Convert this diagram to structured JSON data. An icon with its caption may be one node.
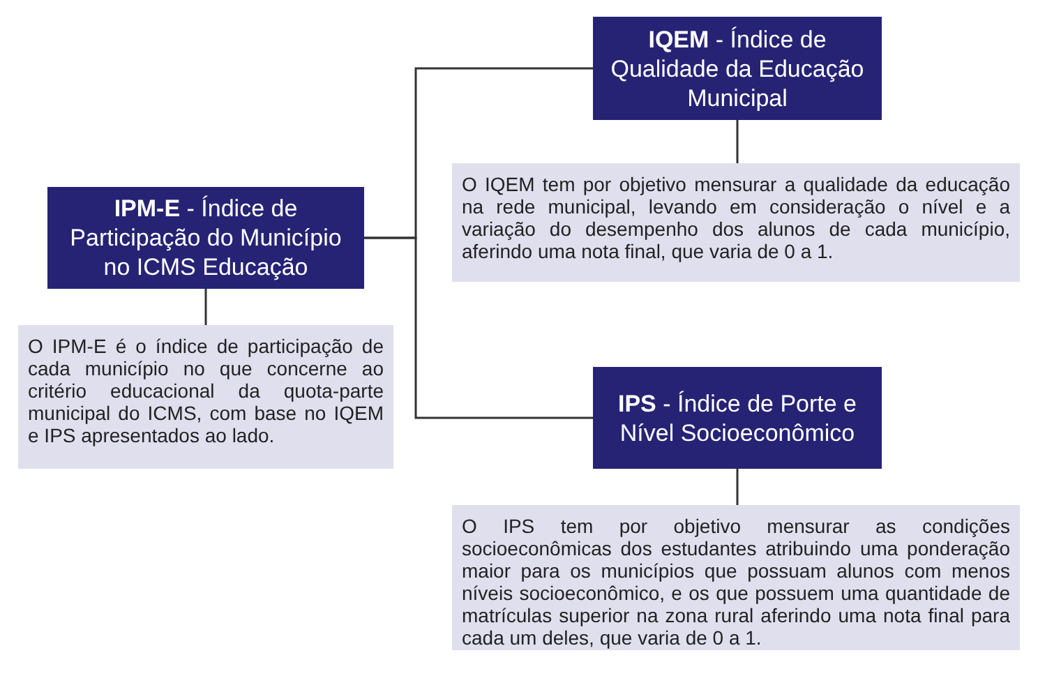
{
  "diagram": {
    "nodes": [
      {
        "text": [
          "**IPM-E** - Índice de Participação do Município no ICMS Educação"
        ]
      },
      {
        "text": [
          "O IPM-E é o índice de participação de cada município no que concerne ao critério educacional da quota-parte municipal do ICMS, com base no IQEM e IPS apresentados ao lado."
        ]
      },
      {
        "text": [
          "**IQEM** - Índice de Qualidade da Educação Municipal"
        ]
      },
      {
        "text": [
          "O IQEM tem por objetivo mensurar a qualidade da educação na rede municipal, levando em consideração o nível e a variação do desempenho dos alunos de cada município, aferindo uma nota final, que varia de 0 a 1."
        ]
      },
      {
        "text": [
          "**IPS** - Índice de Porte e Nível Socioeconômico"
        ]
      },
      {
        "text": [
          "O IPS tem por objetivo mensurar as condições socioeconômicas dos estudantes atribuindo uma ponderação maior para os municípios que possuam alunos com menos níveis socioeconômico, e os que possuem uma quantidade de matrículas superior na zona rural aferindo uma nota final para cada um deles, que varia de 0 a 1."
        ]
      }
    ],
    "edges": [
      {
        "from": 0,
        "to": 2,
        "arrow": "none"
      },
      {
        "from": 0,
        "to": 4,
        "arrow": "none"
      },
      {
        "from": 0,
        "to": 1,
        "arrow": "none"
      },
      {
        "from": 2,
        "to": 3,
        "arrow": "none"
      },
      {
        "from": 4,
        "to": 5,
        "arrow": "none"
      }
    ]
  }
}
